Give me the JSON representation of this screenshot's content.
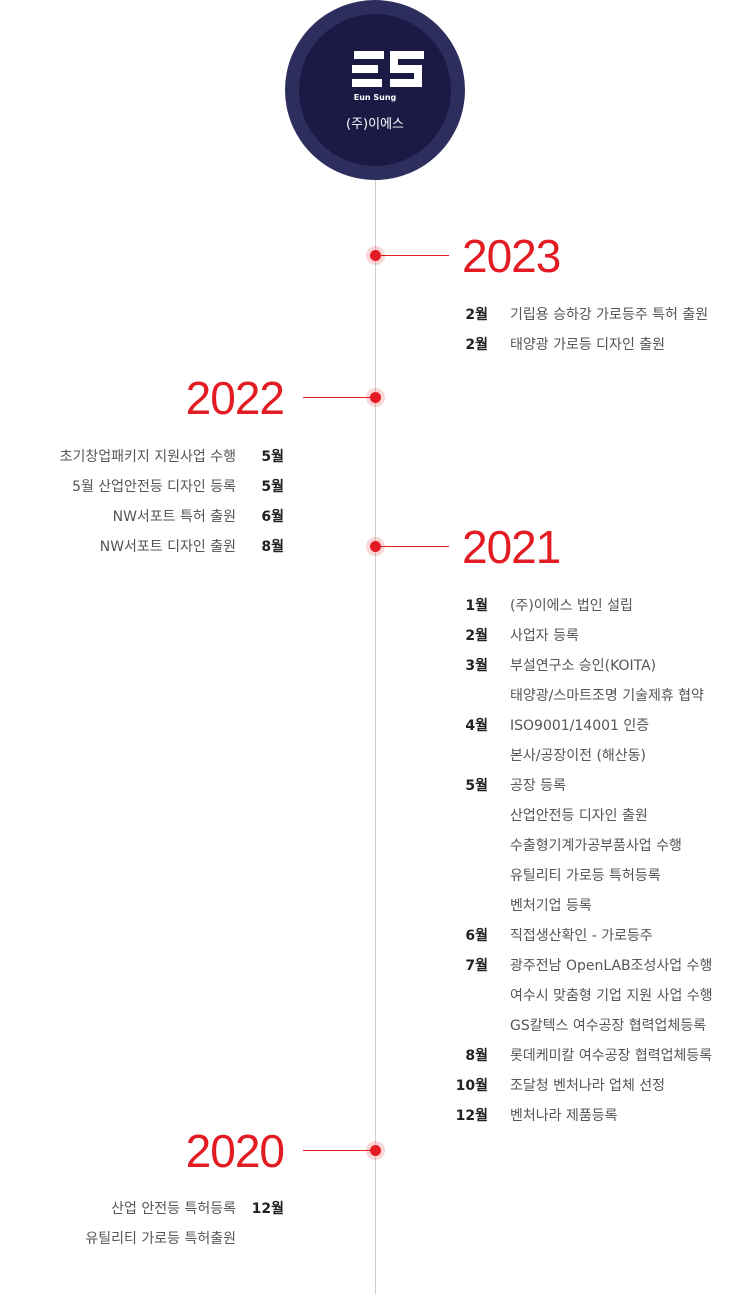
{
  "logo": {
    "name_en": "Eun Sung",
    "name_kr": "(주)이에스"
  },
  "timeline": {
    "y2023": {
      "year": "2023",
      "entries": [
        {
          "month": "2월",
          "text": "기립용 승하강 가로등주 특허 출원"
        },
        {
          "month": "2월",
          "text": "태양광 가로등 디자인 출원"
        }
      ]
    },
    "y2022": {
      "year": "2022",
      "entries": [
        {
          "month": "5월",
          "text": "초기창업패키지 지원사업 수행"
        },
        {
          "month": "5월",
          "text": "5월 산업안전등 디자인 등록"
        },
        {
          "month": "6월",
          "text": "NW서포트 특허 출원"
        },
        {
          "month": "8월",
          "text": "NW서포트 디자인 출원"
        }
      ]
    },
    "y2021": {
      "year": "2021",
      "entries": [
        {
          "month": "1월",
          "text": "(주)이에스 법인 설립"
        },
        {
          "month": "2월",
          "text": "사업자 등록"
        },
        {
          "month": "3월",
          "text": "부설연구소 승인(KOITA)"
        },
        {
          "month": "",
          "text": "태양광/스마트조명 기술제휴 협약"
        },
        {
          "month": "4월",
          "text": "ISO9001/14001 인증"
        },
        {
          "month": "",
          "text": "본사/공장이전 (해산동)"
        },
        {
          "month": "5월",
          "text": "공장 등록"
        },
        {
          "month": "",
          "text": "산업안전등 디자인 출원"
        },
        {
          "month": "",
          "text": "수출형기계가공부품사업 수행"
        },
        {
          "month": "",
          "text": "유틸리티 가로등 특허등록"
        },
        {
          "month": "",
          "text": "벤처기업 등록"
        },
        {
          "month": "6월",
          "text": "직접생산확인 - 가로등주"
        },
        {
          "month": "7월",
          "text": "광주전남 OpenLAB조성사업 수행"
        },
        {
          "month": "",
          "text": "여수시 맞춤형 기업 지원 사업 수행"
        },
        {
          "month": "",
          "text": "GS칼텍스 여수공장 협력업체등록"
        },
        {
          "month": "8월",
          "text": "롯데케미칼 여수공장 협력업체등록"
        },
        {
          "month": "10월",
          "text": "조달청 벤처나라 업체 선정"
        },
        {
          "month": "12월",
          "text": "벤처나라  제품등록"
        }
      ]
    },
    "y2020": {
      "year": "2020",
      "entries": [
        {
          "month": "12월",
          "text": "산업 안전등 특허등록"
        },
        {
          "month": "",
          "text": "유틸리티 가로등 특허출원"
        }
      ]
    }
  }
}
